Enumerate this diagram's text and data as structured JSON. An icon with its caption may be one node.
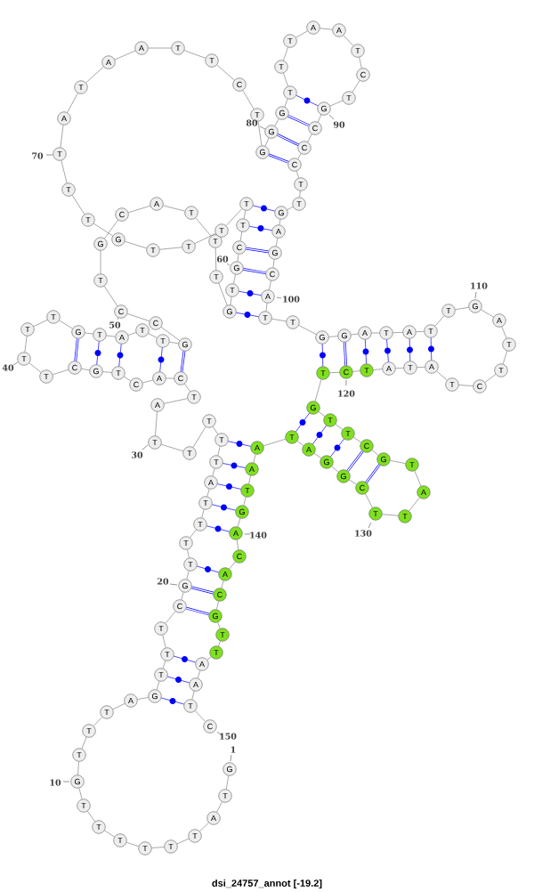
{
  "diagram": {
    "caption": "dsi_24757_annot [-19.2]",
    "nodes": [
      {
        "text": [
          "G"
        ],
        "beside": [
          "1"
        ]
      },
      {
        "text": [
          "T"
        ]
      },
      {
        "text": [
          "A"
        ]
      },
      {
        "text": [
          "T"
        ]
      },
      {
        "text": [
          "T"
        ]
      },
      {
        "text": [
          "T"
        ]
      },
      {
        "text": [
          "T"
        ]
      },
      {
        "text": [
          "T"
        ]
      },
      {
        "text": [
          "T"
        ]
      },
      {
        "text": [
          "G"
        ],
        "beside": [
          "10"
        ]
      },
      {
        "text": [
          "T"
        ]
      },
      {
        "text": [
          "T"
        ]
      },
      {
        "text": [
          "T"
        ]
      },
      {
        "text": [
          "A"
        ]
      },
      {
        "text": [
          "G"
        ]
      },
      {
        "text": [
          "T"
        ]
      },
      {
        "text": [
          "T"
        ]
      },
      {
        "text": [
          "T"
        ]
      },
      {
        "text": [
          "C"
        ]
      },
      {
        "text": [
          "G"
        ],
        "beside": [
          "20"
        ]
      },
      {
        "text": [
          "T"
        ]
      },
      {
        "text": [
          "T"
        ]
      },
      {
        "text": [
          "T"
        ]
      },
      {
        "text": [
          "T"
        ]
      },
      {
        "text": [
          "A"
        ]
      },
      {
        "text": [
          "T"
        ]
      },
      {
        "text": [
          "T"
        ]
      },
      {
        "text": [
          "T"
        ]
      },
      {
        "text": [
          "T"
        ]
      },
      {
        "text": [
          "T"
        ],
        "beside": [
          "30"
        ]
      },
      {
        "text": [
          "A"
        ]
      },
      {
        "text": [
          "T"
        ]
      },
      {
        "text": [
          "C"
        ]
      },
      {
        "text": [
          "A"
        ]
      },
      {
        "text": [
          "C"
        ]
      },
      {
        "text": [
          "T"
        ]
      },
      {
        "text": [
          "G"
        ]
      },
      {
        "text": [
          "C"
        ]
      },
      {
        "text": [
          "T"
        ]
      },
      {
        "text": [
          "T"
        ],
        "beside": [
          "40"
        ]
      },
      {
        "text": [
          "T"
        ]
      },
      {
        "text": [
          "T"
        ]
      },
      {
        "text": [
          "G"
        ]
      },
      {
        "text": [
          "T"
        ]
      },
      {
        "text": [
          "A"
        ]
      },
      {
        "text": [
          "T"
        ]
      },
      {
        "text": [
          "T"
        ]
      },
      {
        "text": [
          "G"
        ]
      },
      {
        "text": [
          "C"
        ]
      },
      {
        "text": [
          "C"
        ],
        "beside": [
          "50"
        ]
      },
      {
        "text": [
          "T"
        ]
      },
      {
        "text": [
          "G"
        ]
      },
      {
        "text": [
          "C"
        ]
      },
      {
        "text": [
          "A"
        ]
      },
      {
        "text": [
          "T"
        ]
      },
      {
        "text": [
          "T"
        ]
      },
      {
        "text": [
          "T"
        ]
      },
      {
        "text": [
          "G"
        ]
      },
      {
        "text": [
          "T"
        ]
      },
      {
        "text": [
          "G"
        ],
        "beside": [
          "60"
        ]
      },
      {
        "text": [
          "C"
        ]
      },
      {
        "text": [
          "T"
        ]
      },
      {
        "text": [
          "T"
        ]
      },
      {
        "text": [
          "T"
        ]
      },
      {
        "text": [
          "T"
        ]
      },
      {
        "text": [
          "T"
        ]
      },
      {
        "text": [
          "G"
        ]
      },
      {
        "text": [
          "T"
        ]
      },
      {
        "text": [
          "T"
        ]
      },
      {
        "text": [
          "T"
        ],
        "beside": [
          "70"
        ]
      },
      {
        "text": [
          "A"
        ]
      },
      {
        "text": [
          "T"
        ]
      },
      {
        "text": [
          "A"
        ]
      },
      {
        "text": [
          "A"
        ]
      },
      {
        "text": [
          "T"
        ]
      },
      {
        "text": [
          "T"
        ]
      },
      {
        "text": [
          "C"
        ]
      },
      {
        "text": [
          "T"
        ]
      },
      {
        "text": [
          "G"
        ]
      },
      {
        "text": [
          "G"
        ]
      },
      {
        "text": [
          "G"
        ]
      },
      {
        "text": [
          "T"
        ]
      },
      {
        "text": [
          "T"
        ]
      },
      {
        "text": [
          "T"
        ]
      },
      {
        "text": [
          "A"
        ]
      },
      {
        "text": [
          "A"
        ]
      },
      {
        "text": [
          "T"
        ]
      },
      {
        "text": [
          "C"
        ]
      },
      {
        "text": [
          "T"
        ]
      },
      {
        "text": [
          "G"
        ],
        "beside": [
          "90"
        ]
      },
      {
        "text": [
          "C"
        ]
      },
      {
        "text": [
          "C"
        ]
      },
      {
        "text": [
          "C"
        ]
      },
      {
        "text": [
          "T"
        ]
      },
      {
        "text": [
          "T"
        ]
      },
      {
        "text": [
          "G"
        ]
      },
      {
        "text": [
          "A"
        ]
      },
      {
        "text": [
          "G"
        ]
      },
      {
        "text": [
          "C"
        ]
      },
      {
        "text": [
          "A"
        ],
        "beside": [
          "100"
        ]
      },
      {
        "text": [
          "T"
        ]
      },
      {
        "text": [
          "T"
        ]
      },
      {
        "text": [
          "G"
        ]
      },
      {
        "text": [
          "G"
        ]
      },
      {
        "text": [
          "A"
        ]
      },
      {
        "text": [
          "T"
        ]
      },
      {
        "text": [
          "A"
        ]
      },
      {
        "text": [
          "T"
        ]
      },
      {
        "text": [
          "T"
        ]
      },
      {
        "text": [
          "G"
        ],
        "beside": [
          "110"
        ]
      },
      {
        "text": [
          "A"
        ]
      },
      {
        "text": [
          "T"
        ]
      },
      {
        "text": [
          "T"
        ]
      },
      {
        "text": [
          "C"
        ]
      },
      {
        "text": [
          "T"
        ]
      },
      {
        "text": [
          "A"
        ]
      },
      {
        "text": [
          "T"
        ]
      },
      {
        "text": [
          "A"
        ]
      },
      {
        "text": [
          "T"
        ]
      },
      {
        "text": [
          "C"
        ],
        "beside": [
          "120"
        ]
      },
      {
        "text": [
          "T"
        ]
      },
      {
        "text": [
          "G"
        ]
      },
      {
        "text": [
          "T"
        ]
      },
      {
        "text": [
          "T"
        ]
      },
      {
        "text": [
          "C"
        ]
      },
      {
        "text": [
          "G"
        ]
      },
      {
        "text": [
          "T"
        ]
      },
      {
        "text": [
          "A"
        ]
      },
      {
        "text": [
          "T"
        ]
      },
      {
        "text": [
          "T"
        ],
        "beside": [
          "130"
        ]
      },
      {
        "text": [
          "C"
        ]
      },
      {
        "text": [
          "G"
        ]
      },
      {
        "text": [
          "G"
        ]
      },
      {
        "text": [
          "A"
        ]
      },
      {
        "text": [
          "T"
        ]
      },
      {
        "text": [
          "A"
        ]
      },
      {
        "text": [
          "A"
        ]
      },
      {
        "text": [
          "T"
        ]
      },
      {
        "text": [
          "G"
        ]
      },
      {
        "text": [
          "A"
        ],
        "beside": [
          "140"
        ]
      },
      {
        "text": [
          "C"
        ]
      },
      {
        "text": [
          "A"
        ]
      },
      {
        "text": [
          "C"
        ]
      },
      {
        "text": [
          "G"
        ]
      },
      {
        "text": [
          "T"
        ]
      },
      {
        "text": [
          "T"
        ]
      },
      {
        "text": [
          "A"
        ]
      },
      {
        "text": [
          "A"
        ]
      },
      {
        "text": [
          "T"
        ]
      },
      {
        "text": [
          "C"
        ],
        "beside": [
          "150"
        ]
      }
    ],
    "edges": [
      {
        "from": 0,
        "to": 1,
        "arrow": "none"
      },
      {
        "from": 1,
        "to": 2,
        "arrow": "none"
      },
      {
        "from": 2,
        "to": 3,
        "arrow": "none"
      },
      {
        "from": 3,
        "to": 4,
        "arrow": "none"
      },
      {
        "from": 4,
        "to": 5,
        "arrow": "none"
      },
      {
        "from": 5,
        "to": 6,
        "arrow": "none"
      },
      {
        "from": 6,
        "to": 7,
        "arrow": "none"
      },
      {
        "from": 7,
        "to": 8,
        "arrow": "none"
      },
      {
        "from": 8,
        "to": 9,
        "arrow": "none"
      },
      {
        "from": 9,
        "to": 10,
        "arrow": "none"
      },
      {
        "from": 10,
        "to": 11,
        "arrow": "none"
      },
      {
        "from": 11,
        "to": 12,
        "arrow": "none"
      },
      {
        "from": 12,
        "to": 13,
        "arrow": "none"
      },
      {
        "from": 13,
        "to": 14,
        "arrow": "none"
      },
      {
        "from": 14,
        "to": 15,
        "arrow": "none"
      },
      {
        "from": 15,
        "to": 16,
        "arrow": "none"
      },
      {
        "from": 16,
        "to": 17,
        "arrow": "none"
      },
      {
        "from": 17,
        "to": 18,
        "arrow": "none"
      },
      {
        "from": 18,
        "to": 19,
        "arrow": "none"
      },
      {
        "from": 19,
        "to": 20,
        "arrow": "none"
      },
      {
        "from": 20,
        "to": 21,
        "arrow": "none"
      },
      {
        "from": 21,
        "to": 22,
        "arrow": "none"
      },
      {
        "from": 22,
        "to": 23,
        "arrow": "none"
      },
      {
        "from": 23,
        "to": 24,
        "arrow": "none"
      },
      {
        "from": 24,
        "to": 25,
        "arrow": "none"
      },
      {
        "from": 25,
        "to": 26,
        "arrow": "none"
      },
      {
        "from": 26,
        "to": 27,
        "arrow": "none"
      },
      {
        "from": 27,
        "to": 28,
        "arrow": "none"
      },
      {
        "from": 28,
        "to": 29,
        "arrow": "none"
      },
      {
        "from": 29,
        "to": 30,
        "arrow": "none"
      },
      {
        "from": 30,
        "to": 31,
        "arrow": "none"
      },
      {
        "from": 31,
        "to": 32,
        "arrow": "none"
      },
      {
        "from": 32,
        "to": 33,
        "arrow": "none"
      },
      {
        "from": 33,
        "to": 34,
        "arrow": "none"
      },
      {
        "from": 34,
        "to": 35,
        "arrow": "none"
      },
      {
        "from": 35,
        "to": 36,
        "arrow": "none"
      },
      {
        "from": 36,
        "to": 37,
        "arrow": "none"
      },
      {
        "from": 37,
        "to": 38,
        "arrow": "none"
      },
      {
        "from": 38,
        "to": 39,
        "arrow": "none"
      },
      {
        "from": 39,
        "to": 40,
        "arrow": "none"
      },
      {
        "from": 40,
        "to": 41,
        "arrow": "none"
      },
      {
        "from": 41,
        "to": 42,
        "arrow": "none"
      },
      {
        "from": 42,
        "to": 43,
        "arrow": "none"
      },
      {
        "from": 43,
        "to": 44,
        "arrow": "none"
      },
      {
        "from": 44,
        "to": 45,
        "arrow": "none"
      },
      {
        "from": 45,
        "to": 46,
        "arrow": "none"
      },
      {
        "from": 46,
        "to": 47,
        "arrow": "none"
      },
      {
        "from": 47,
        "to": 48,
        "arrow": "none"
      },
      {
        "from": 48,
        "to": 49,
        "arrow": "none"
      },
      {
        "from": 49,
        "to": 50,
        "arrow": "none"
      },
      {
        "from": 50,
        "to": 51,
        "arrow": "none"
      },
      {
        "from": 51,
        "to": 52,
        "arrow": "none"
      },
      {
        "from": 52,
        "to": 53,
        "arrow": "none"
      },
      {
        "from": 53,
        "to": 54,
        "arrow": "none"
      },
      {
        "from": 54,
        "to": 55,
        "arrow": "none"
      },
      {
        "from": 55,
        "to": 56,
        "arrow": "none"
      },
      {
        "from": 56,
        "to": 57,
        "arrow": "none"
      },
      {
        "from": 57,
        "to": 58,
        "arrow": "none"
      },
      {
        "from": 58,
        "to": 59,
        "arrow": "none"
      },
      {
        "from": 59,
        "to": 60,
        "arrow": "none"
      },
      {
        "from": 60,
        "to": 61,
        "arrow": "none"
      },
      {
        "from": 61,
        "to": 62,
        "arrow": "none"
      },
      {
        "from": 62,
        "to": 63,
        "arrow": "none"
      },
      {
        "from": 63,
        "to": 64,
        "arrow": "none"
      },
      {
        "from": 64,
        "to": 65,
        "arrow": "none"
      },
      {
        "from": 65,
        "to": 66,
        "arrow": "none"
      },
      {
        "from": 66,
        "to": 67,
        "arrow": "none"
      },
      {
        "from": 67,
        "to": 68,
        "arrow": "none"
      },
      {
        "from": 68,
        "to": 69,
        "arrow": "none"
      },
      {
        "from": 69,
        "to": 70,
        "arrow": "none"
      },
      {
        "from": 70,
        "to": 71,
        "arrow": "none"
      },
      {
        "from": 71,
        "to": 72,
        "arrow": "none"
      },
      {
        "from": 72,
        "to": 73,
        "arrow": "none"
      },
      {
        "from": 73,
        "to": 74,
        "arrow": "none"
      },
      {
        "from": 74,
        "to": 75,
        "arrow": "none"
      },
      {
        "from": 75,
        "to": 76,
        "arrow": "none"
      },
      {
        "from": 76,
        "to": 77,
        "arrow": "none"
      },
      {
        "from": 77,
        "to": 78,
        "arrow": "none"
      },
      {
        "from": 78,
        "to": 79,
        "arrow": "none"
      },
      {
        "from": 79,
        "to": 80,
        "arrow": "none"
      },
      {
        "from": 80,
        "to": 81,
        "arrow": "none"
      },
      {
        "from": 81,
        "to": 82,
        "arrow": "none"
      },
      {
        "from": 82,
        "to": 83,
        "arrow": "none"
      },
      {
        "from": 83,
        "to": 84,
        "arrow": "none"
      },
      {
        "from": 84,
        "to": 85,
        "arrow": "none"
      },
      {
        "from": 85,
        "to": 86,
        "arrow": "none"
      },
      {
        "from": 86,
        "to": 87,
        "arrow": "none"
      },
      {
        "from": 87,
        "to": 88,
        "arrow": "none"
      },
      {
        "from": 88,
        "to": 89,
        "arrow": "none"
      },
      {
        "from": 89,
        "to": 90,
        "arrow": "none"
      },
      {
        "from": 90,
        "to": 91,
        "arrow": "none"
      },
      {
        "from": 91,
        "to": 92,
        "arrow": "none"
      },
      {
        "from": 92,
        "to": 93,
        "arrow": "none"
      },
      {
        "from": 93,
        "to": 94,
        "arrow": "none"
      },
      {
        "from": 94,
        "to": 95,
        "arrow": "none"
      },
      {
        "from": 95,
        "to": 96,
        "arrow": "none"
      },
      {
        "from": 96,
        "to": 97,
        "arrow": "none"
      },
      {
        "from": 97,
        "to": 98,
        "arrow": "none"
      },
      {
        "from": 98,
        "to": 99,
        "arrow": "none"
      },
      {
        "from": 99,
        "to": 100,
        "arrow": "none"
      },
      {
        "from": 100,
        "to": 101,
        "arrow": "none"
      },
      {
        "from": 101,
        "to": 102,
        "arrow": "none"
      },
      {
        "from": 102,
        "to": 103,
        "arrow": "none"
      },
      {
        "from": 103,
        "to": 104,
        "arrow": "none"
      },
      {
        "from": 104,
        "to": 105,
        "arrow": "none"
      },
      {
        "from": 105,
        "to": 106,
        "arrow": "none"
      },
      {
        "from": 106,
        "to": 107,
        "arrow": "none"
      },
      {
        "from": 107,
        "to": 108,
        "arrow": "none"
      },
      {
        "from": 108,
        "to": 109,
        "arrow": "none"
      },
      {
        "from": 109,
        "to": 110,
        "arrow": "none"
      },
      {
        "from": 110,
        "to": 111,
        "arrow": "none"
      },
      {
        "from": 111,
        "to": 112,
        "arrow": "none"
      },
      {
        "from": 112,
        "to": 113,
        "arrow": "none"
      },
      {
        "from": 113,
        "to": 114,
        "arrow": "none"
      },
      {
        "from": 114,
        "to": 115,
        "arrow": "none"
      },
      {
        "from": 115,
        "to": 116,
        "arrow": "none"
      },
      {
        "from": 116,
        "to": 117,
        "arrow": "none"
      },
      {
        "from": 117,
        "to": 118,
        "arrow": "none"
      },
      {
        "from": 118,
        "to": 119,
        "arrow": "none"
      },
      {
        "from": 119,
        "to": 120,
        "arrow": "none"
      },
      {
        "from": 120,
        "to": 121,
        "arrow": "none"
      },
      {
        "from": 121,
        "to": 122,
        "arrow": "none"
      },
      {
        "from": 122,
        "to": 123,
        "arrow": "none"
      },
      {
        "from": 123,
        "to": 124,
        "arrow": "none"
      },
      {
        "from": 124,
        "to": 125,
        "arrow": "none"
      },
      {
        "from": 125,
        "to": 126,
        "arrow": "none"
      },
      {
        "from": 126,
        "to": 127,
        "arrow": "none"
      },
      {
        "from": 127,
        "to": 128,
        "arrow": "none"
      },
      {
        "from": 128,
        "to": 129,
        "arrow": "none"
      },
      {
        "from": 129,
        "to": 130,
        "arrow": "none"
      },
      {
        "from": 130,
        "to": 131,
        "arrow": "none"
      },
      {
        "from": 131,
        "to": 132,
        "arrow": "none"
      },
      {
        "from": 132,
        "to": 133,
        "arrow": "none"
      },
      {
        "from": 133,
        "to": 134,
        "arrow": "none"
      },
      {
        "from": 134,
        "to": 135,
        "arrow": "none"
      },
      {
        "from": 135,
        "to": 136,
        "arrow": "none"
      },
      {
        "from": 136,
        "to": 137,
        "arrow": "none"
      },
      {
        "from": 137,
        "to": 138,
        "arrow": "none"
      },
      {
        "from": 138,
        "to": 139,
        "arrow": "none"
      },
      {
        "from": 139,
        "to": 140,
        "arrow": "none"
      },
      {
        "from": 140,
        "to": 141,
        "arrow": "none"
      },
      {
        "from": 141,
        "to": 142,
        "arrow": "none"
      },
      {
        "from": 142,
        "to": 143,
        "arrow": "none"
      },
      {
        "from": 143,
        "to": 144,
        "arrow": "none"
      },
      {
        "from": 144,
        "to": 145,
        "arrow": "none"
      },
      {
        "from": 145,
        "to": 146,
        "arrow": "none"
      },
      {
        "from": 146,
        "to": 147,
        "arrow": "none"
      },
      {
        "from": 147,
        "to": 148,
        "arrow": "none"
      },
      {
        "from": 148,
        "to": 149,
        "arrow": "none"
      },
      {
        "from": 14,
        "to": 148,
        "arrow": "none",
        "color": "#0000ff"
      },
      {
        "from": 15,
        "to": 147,
        "arrow": "none",
        "color": "#0000ff"
      },
      {
        "from": 16,
        "to": 146,
        "arrow": "none",
        "color": "#0000ff"
      },
      {
        "from": 18,
        "to": 143,
        "arrow": "none",
        "color": "#0000ff",
        "style": "thick"
      },
      {
        "from": 19,
        "to": 142,
        "arrow": "none",
        "color": "#0000ff",
        "style": "thick"
      },
      {
        "from": 20,
        "to": 141,
        "arrow": "none",
        "color": "#0000ff"
      },
      {
        "from": 22,
        "to": 139,
        "arrow": "none",
        "color": "#0000ff"
      },
      {
        "from": 23,
        "to": 138,
        "arrow": "none",
        "color": "#0000ff"
      },
      {
        "from": 24,
        "to": 137,
        "arrow": "none",
        "color": "#0000ff"
      },
      {
        "from": 25,
        "to": 136,
        "arrow": "none",
        "color": "#0000ff"
      },
      {
        "from": 26,
        "to": 135,
        "arrow": "none",
        "color": "#0000ff"
      },
      {
        "from": 32,
        "to": 47,
        "arrow": "none",
        "color": "#0000ff",
        "style": "thick"
      },
      {
        "from": 33,
        "to": 46,
        "arrow": "none",
        "color": "#0000ff"
      },
      {
        "from": 35,
        "to": 44,
        "arrow": "none",
        "color": "#0000ff"
      },
      {
        "from": 36,
        "to": 43,
        "arrow": "none",
        "color": "#0000ff"
      },
      {
        "from": 37,
        "to": 42,
        "arrow": "none",
        "color": "#0000ff",
        "style": "thick"
      },
      {
        "from": 57,
        "to": 100,
        "arrow": "none",
        "color": "#0000ff"
      },
      {
        "from": 58,
        "to": 99,
        "arrow": "none",
        "color": "#0000ff"
      },
      {
        "from": 59,
        "to": 98,
        "arrow": "none",
        "color": "#0000ff",
        "style": "thick"
      },
      {
        "from": 60,
        "to": 97,
        "arrow": "none",
        "color": "#0000ff",
        "style": "thick"
      },
      {
        "from": 61,
        "to": 96,
        "arrow": "none",
        "color": "#0000ff"
      },
      {
        "from": 62,
        "to": 95,
        "arrow": "none",
        "color": "#0000ff"
      },
      {
        "from": 78,
        "to": 92,
        "arrow": "none",
        "color": "#0000ff",
        "style": "thick"
      },
      {
        "from": 79,
        "to": 91,
        "arrow": "none",
        "color": "#0000ff",
        "style": "thick"
      },
      {
        "from": 80,
        "to": 90,
        "arrow": "none",
        "color": "#0000ff",
        "style": "thick"
      },
      {
        "from": 81,
        "to": 89,
        "arrow": "none",
        "color": "#0000ff"
      },
      {
        "from": 102,
        "to": 120,
        "arrow": "none",
        "color": "#0000ff"
      },
      {
        "from": 103,
        "to": 119,
        "arrow": "none",
        "color": "#0000ff",
        "style": "thick"
      },
      {
        "from": 104,
        "to": 118,
        "arrow": "none",
        "color": "#0000ff"
      },
      {
        "from": 105,
        "to": 117,
        "arrow": "none",
        "color": "#0000ff"
      },
      {
        "from": 106,
        "to": 116,
        "arrow": "none",
        "color": "#0000ff"
      },
      {
        "from": 107,
        "to": 115,
        "arrow": "none",
        "color": "#0000ff"
      },
      {
        "from": 121,
        "to": 134,
        "arrow": "none",
        "color": "#0000ff"
      },
      {
        "from": 122,
        "to": 133,
        "arrow": "none",
        "color": "#0000ff"
      },
      {
        "from": 123,
        "to": 132,
        "arrow": "none",
        "color": "#0000ff"
      },
      {
        "from": 124,
        "to": 131,
        "arrow": "none",
        "color": "#0000ff",
        "style": "thick"
      },
      {
        "from": 125,
        "to": 130,
        "arrow": "none",
        "color": "#0000ff",
        "style": "thick"
      }
    ],
    "labels": [
      "80"
    ]
  }
}
